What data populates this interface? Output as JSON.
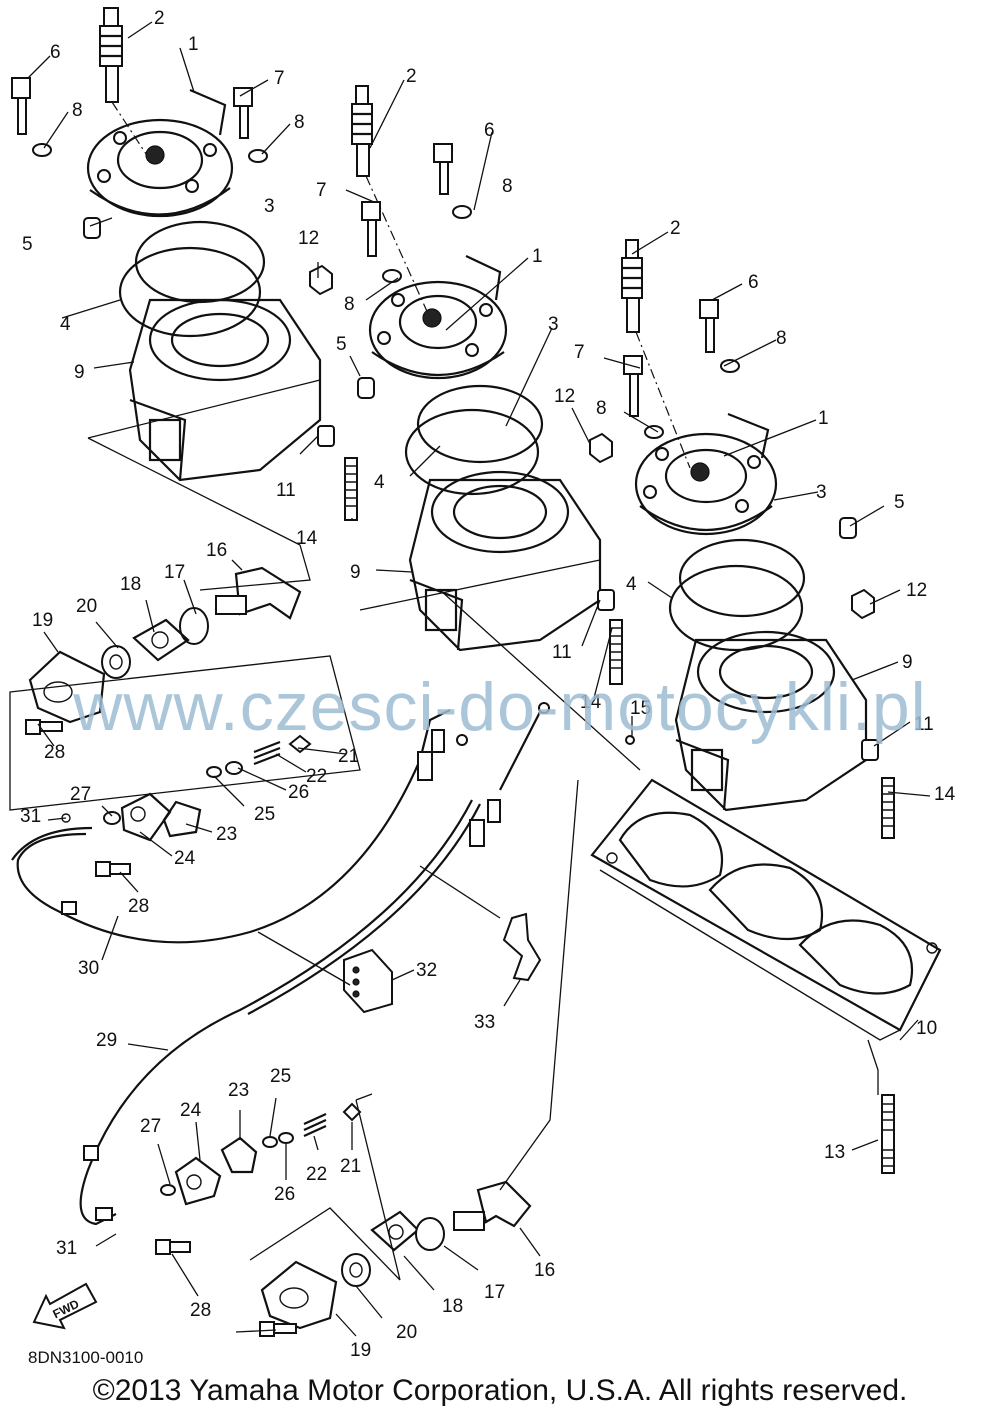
{
  "watermark": "www.czesci-do-motocykli.pl",
  "drawing_code": "8DN3100-0010",
  "copyright": "©2013 Yamaha Motor Corporation, U.S.A. All rights reserved.",
  "fwd_label": "FWD",
  "callouts": [
    "1",
    "2",
    "3",
    "4",
    "5",
    "6",
    "7",
    "8",
    "9",
    "10",
    "11",
    "12",
    "13",
    "14",
    "15",
    "16",
    "17",
    "18",
    "19",
    "20",
    "21",
    "22",
    "23",
    "24",
    "25",
    "26",
    "27",
    "28",
    "29",
    "30",
    "31",
    "32",
    "33"
  ]
}
